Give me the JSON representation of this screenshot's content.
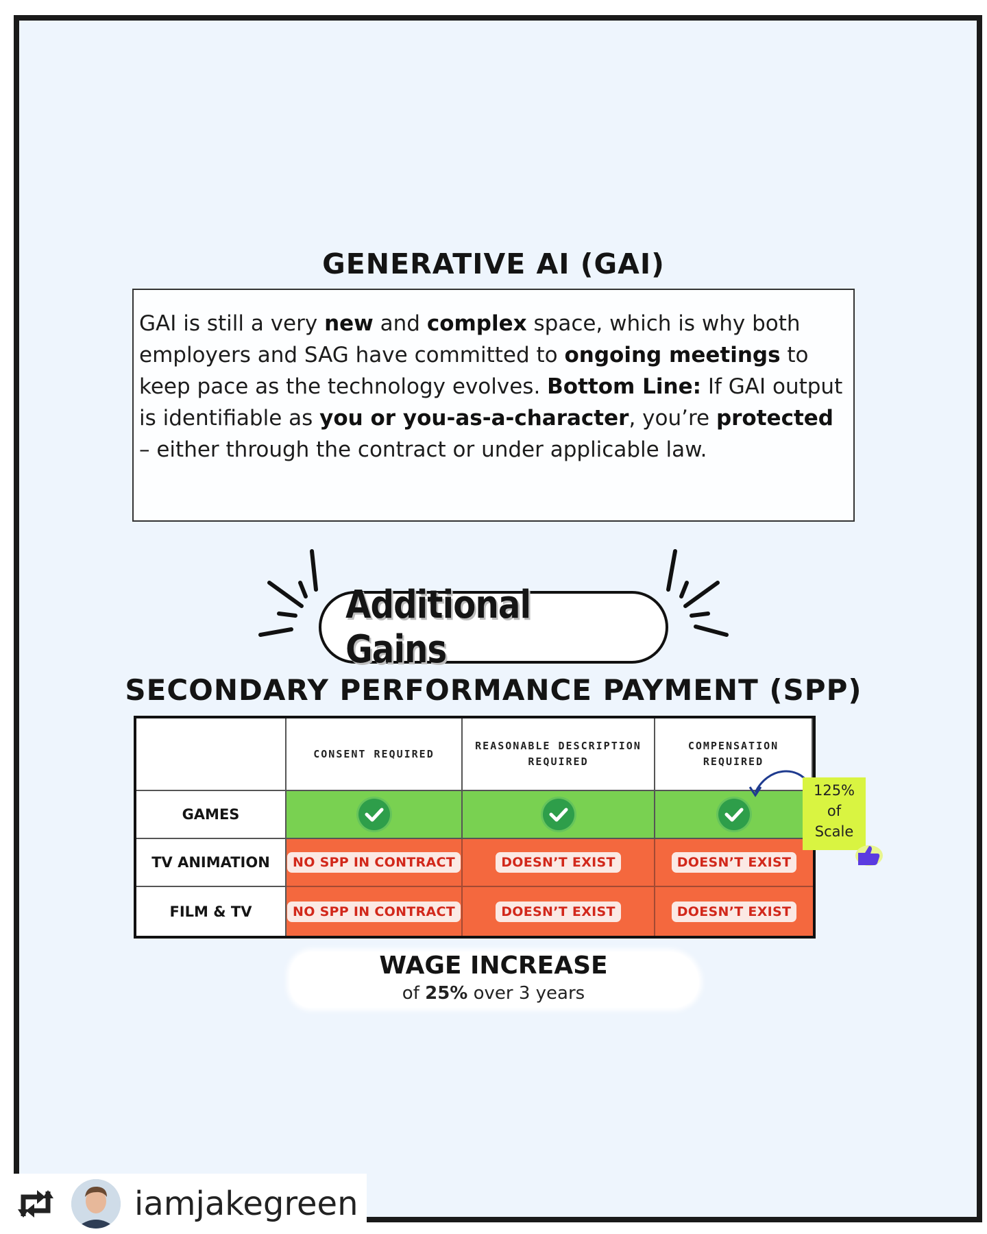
{
  "gai": {
    "title": "GENERATIVE AI (GAI)",
    "body": [
      {
        "t": "GAI is still a very ",
        "b": false
      },
      {
        "t": "new",
        "b": true
      },
      {
        "t": " and ",
        "b": false
      },
      {
        "t": "complex",
        "b": true
      },
      {
        "t": " space, which is why both employers and SAG have committed to ",
        "b": false
      },
      {
        "t": "ongoing meetings",
        "b": true
      },
      {
        "t": " to keep pace as the technology evolves. ",
        "b": false
      },
      {
        "t": "Bottom Line:",
        "b": true
      },
      {
        "t": " If GAI output is identifiable as ",
        "b": false
      },
      {
        "t": "you or you-as-a-character",
        "b": true
      },
      {
        "t": ", you’re ",
        "b": false
      },
      {
        "t": "protected",
        "b": true
      },
      {
        "t": " – either through the contract or under applicable law.",
        "b": false
      }
    ]
  },
  "gains": {
    "label": "Additional Gains"
  },
  "spp": {
    "title": "SECONDARY PERFORMANCE PAYMENT (SPP)",
    "headers": [
      "",
      "CONSENT REQUIRED",
      "REASONABLE DESCRIPTION REQUIRED",
      "COMPENSATION REQUIRED"
    ],
    "rows": [
      {
        "label": "GAMES",
        "status": "yes",
        "cells": [
          "check-icon",
          "check-icon",
          "check-icon"
        ]
      },
      {
        "label": "TV ANIMATION",
        "status": "no",
        "cells": [
          "NO SPP IN CONTRACT",
          "DOESN’T EXIST",
          "DOESN’T EXIST"
        ]
      },
      {
        "label": "FILM & TV",
        "status": "no",
        "cells": [
          "NO SPP IN CONTRACT",
          "DOESN’T EXIST",
          "DOESN’T EXIST"
        ]
      }
    ],
    "note": {
      "line1": "125%",
      "line2": "of",
      "line3": "Scale"
    },
    "colors": {
      "yes": "#79d151",
      "no": "#f4683e",
      "note": "#d9f441"
    }
  },
  "wage": {
    "title": "WAGE INCREASE",
    "pre": "of ",
    "bold": "25%",
    "post": " over 3 years"
  },
  "credit": {
    "handle": "iamjakegreen",
    "icon": "repost-icon"
  }
}
